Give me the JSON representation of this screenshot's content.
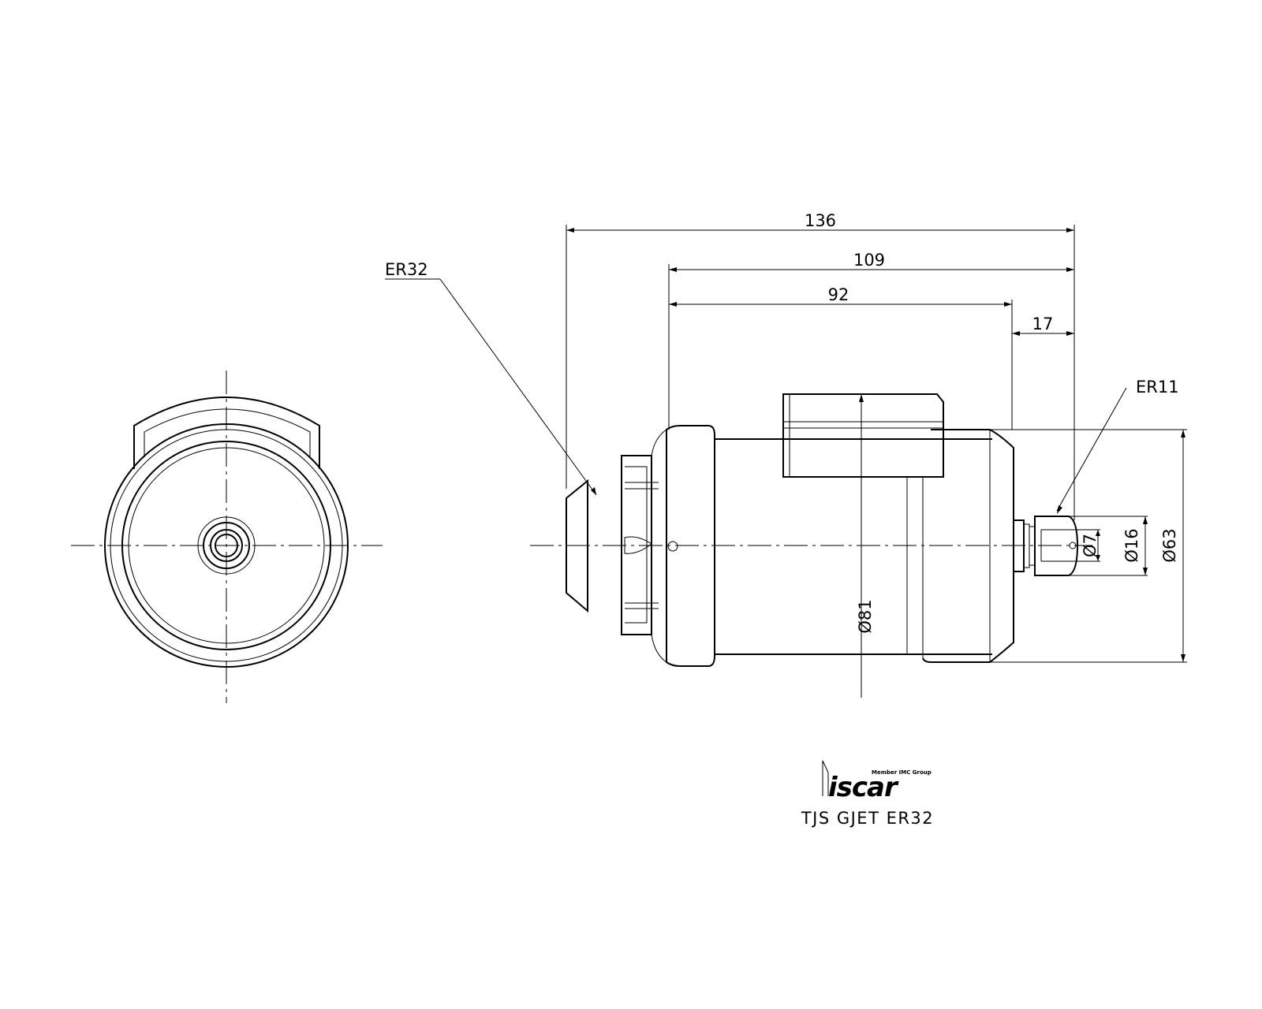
{
  "dimensions": {
    "d136": "136",
    "d109": "109",
    "d92": "92",
    "d17": "17",
    "d81": "Ø81",
    "d7": "Ø7",
    "d16": "Ø16",
    "d63": "Ø63"
  },
  "callouts": {
    "front_collet": "ER32",
    "rear_collet": "ER11"
  },
  "logo": {
    "tagline": "Member IMC Group",
    "brand": "iscar"
  },
  "title": "TJS GJET ER32"
}
